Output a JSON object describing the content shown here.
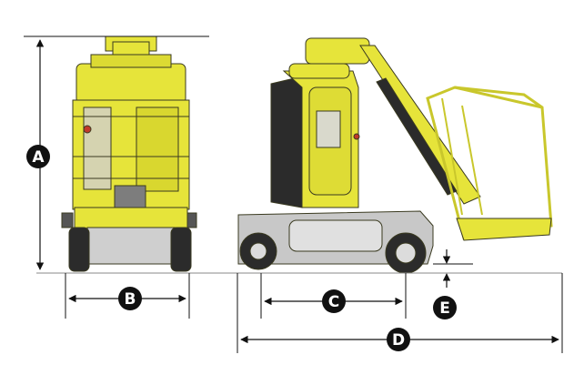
{
  "colors": {
    "machine_yellow": "#e6e43a",
    "machine_shade": "#c9c72c",
    "machine_outline": "#3a3a20",
    "dark_panel": "#2b2b2b",
    "chassis_gray": "#c8c8c8",
    "dimension_line": "#111111",
    "badge": "#111111",
    "badge_text": "#ffffff"
  },
  "dimensions": {
    "a": {
      "label": "A"
    },
    "b": {
      "label": "B"
    },
    "c": {
      "label": "C"
    },
    "d": {
      "label": "D"
    },
    "e": {
      "label": "E"
    }
  }
}
